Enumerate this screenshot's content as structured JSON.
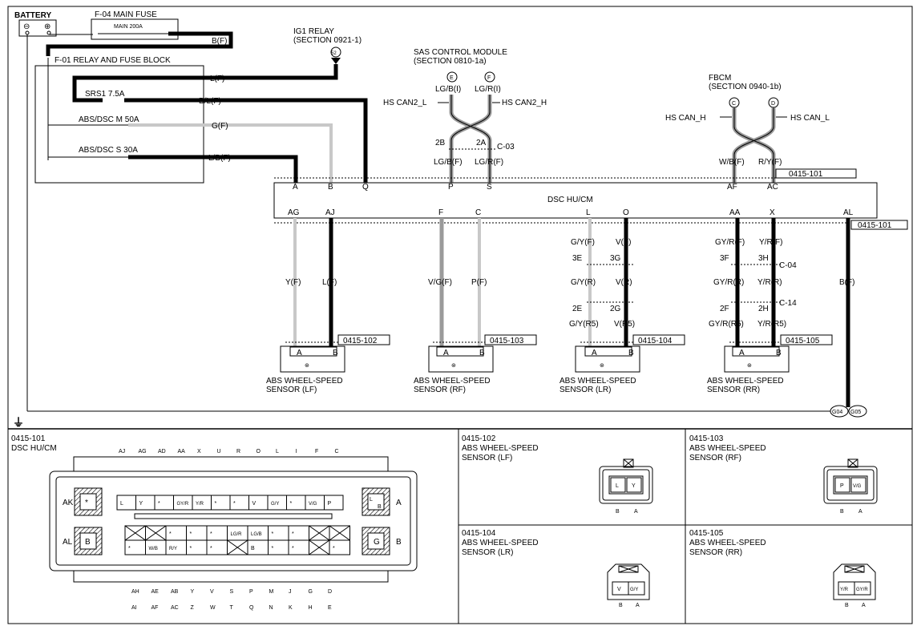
{
  "power": {
    "battery": "BATTERY",
    "neg": "⊖",
    "pos": "⊕",
    "main_fuse_title": "F-04  MAIN FUSE",
    "main_fuse": "MAIN 200A",
    "main_wire": "B(F)",
    "relay_block": "F-01 RELAY AND FUSE BLOCK",
    "fuses": [
      {
        "name": "SRS1 7.5A",
        "wire": "L(F)"
      },
      {
        "name": "ABS/DSC M 50A",
        "wire": "B/L(F)"
      },
      {
        "name": "ABS/DSC S 30A",
        "wire": "G(F)"
      },
      {
        "wire": "L/B(F)"
      }
    ],
    "ig1_title": "IG1 RELAY",
    "ig1_section": "(SECTION 0921-1)",
    "ig1_pin": "52"
  },
  "sas": {
    "title": "SAS CONTROL MODULE",
    "section": "(SECTION 0810-1a)",
    "pin_e": "E",
    "pin_f": "F",
    "wire_e": "LG/B(I)",
    "wire_f": "LG/R(I)",
    "can_l": "HS CAN2_L",
    "can_h": "HS CAN2_H",
    "pin_2b": "2B",
    "pin_2a": "2A",
    "conn": "C-03",
    "wire_p": "LG/B(F)",
    "wire_s": "LG/R(F)"
  },
  "fbcm": {
    "title": "FBCM",
    "section": "(SECTION 0940-1b)",
    "pin_c": "C",
    "pin_d": "D",
    "can_h": "HS CAN_H",
    "can_l": "HS CAN_L",
    "wire_af": "W/B(F)",
    "wire_ac": "R/Y(F)"
  },
  "dsc": {
    "name": "DSC HU/CM",
    "conn": "0415-101",
    "top_pins": [
      "A",
      "B",
      "Q",
      "P",
      "S",
      "AF",
      "AC"
    ],
    "bottom_pins": [
      "AG",
      "AJ",
      "F",
      "C",
      "L",
      "O",
      "AA",
      "X",
      "AL"
    ]
  },
  "sensors": [
    {
      "title1": "ABS WHEEL-SPEED",
      "title2": "SENSOR (LF)",
      "conn": "0415-102",
      "wire_a": "Y(F)",
      "wire_b": "L(F)"
    },
    {
      "title1": "ABS WHEEL-SPEED",
      "title2": "SENSOR (RF)",
      "conn": "0415-103",
      "wire_a": "V/G(F)",
      "wire_b": "P(F)"
    },
    {
      "title1": "ABS WHEEL-SPEED",
      "title2": "SENSOR (LR)",
      "conn": "0415-104",
      "w1a": "G/Y(F)",
      "w1b": "V(F)",
      "j1a": "3E",
      "j1b": "3G",
      "w2a": "G/Y(R)",
      "w2b": "V(R)",
      "j2a": "2E",
      "j2b": "2G",
      "w3a": "G/Y(R5)",
      "w3b": "V(R5)"
    },
    {
      "title1": "ABS WHEEL-SPEED",
      "title2": "SENSOR (RR)",
      "conn": "0415-105",
      "w1a": "GY/R(F)",
      "w1b": "Y/R(F)",
      "j1a": "3F",
      "j1b": "3H",
      "w2a": "GY/R(R)",
      "w2b": "Y/R(R)",
      "j2a": "2F",
      "j2b": "2H",
      "w3a": "GY/R(R5)",
      "w3b": "Y/R(R5)"
    }
  ],
  "sensor_pins": {
    "a": "A",
    "b": "B"
  },
  "joint_conns": {
    "c04": "C-04",
    "c14": "C-14"
  },
  "ground": {
    "wire": "B(F)",
    "g1": "G04",
    "g2": "G05"
  },
  "views": {
    "dsc": {
      "id": "0415-101",
      "name": "DSC HU/CM",
      "top_labels": [
        "AJ",
        "AG",
        "AD",
        "AA",
        "X",
        "U",
        "R",
        "O",
        "L",
        "I",
        "F",
        "C"
      ],
      "bottom_labels_1": [
        "AH",
        "AE",
        "AB",
        "Y",
        "V",
        "S",
        "P",
        "M",
        "J",
        "G",
        "D"
      ],
      "bottom_labels_2": [
        "AI",
        "AF",
        "AC",
        "Z",
        "W",
        "T",
        "Q",
        "N",
        "K",
        "H",
        "E"
      ],
      "side": {
        "ak": "AK",
        "al": "AL",
        "a": "A",
        "b": "B"
      },
      "big_pins": {
        "ak": "*",
        "al": "B",
        "a_top": "L",
        "a_bot": "B",
        "b": "G"
      },
      "row1": [
        "L",
        "Y",
        "*",
        "GY/R",
        "Y/R",
        "*",
        "*",
        "V",
        "G/Y",
        "*",
        "V/G",
        "P"
      ],
      "row2": [
        "X",
        "X",
        "*",
        "*",
        "*",
        "LG/R",
        "LG/B",
        "*",
        "*",
        "X",
        "X"
      ],
      "row3": [
        "*",
        "W/B",
        "R/Y",
        "*",
        "*",
        "X",
        "B",
        "*",
        "*",
        "X",
        "*"
      ]
    },
    "lf": {
      "id": "0415-102",
      "t1": "ABS WHEEL-SPEED",
      "t2": "SENSOR (LF)",
      "p1": "L",
      "p2": "Y",
      "b": "B",
      "a": "A"
    },
    "rf": {
      "id": "0415-103",
      "t1": "ABS WHEEL-SPEED",
      "t2": "SENSOR (RF)",
      "p1": "P",
      "p2": "V/G",
      "b": "B",
      "a": "A"
    },
    "lr": {
      "id": "0415-104",
      "t1": "ABS WHEEL-SPEED",
      "t2": "SENSOR (LR)",
      "p1": "V",
      "p2": "G/Y",
      "b": "B",
      "a": "A"
    },
    "rr": {
      "id": "0415-105",
      "t1": "ABS WHEEL-SPEED",
      "t2": "SENSOR (RR)",
      "p1": "Y/R",
      "p2": "GY/R",
      "b": "B",
      "a": "A"
    }
  }
}
